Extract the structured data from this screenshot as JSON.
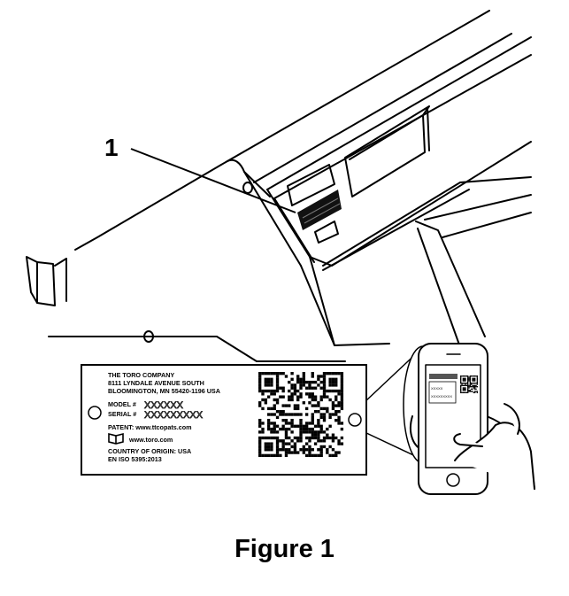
{
  "callout_number": "1",
  "caption": "Figure 1",
  "label": {
    "company": "THE TORO COMPANY",
    "street": "8111 LYNDALE AVENUE SOUTH",
    "city": "BLOOMINGTON, MN 55420-1196 USA",
    "model_prefix": "MODEL #",
    "model_value": "XXXXXX",
    "serial_prefix": "SERIAL #",
    "serial_value": "XXXXXXXXX",
    "patent": "PATENT: www.ttcopats.com",
    "website": "www.toro.com",
    "origin": "COUNTRY OF ORIGIN: USA",
    "standard": "EN ISO 5395:2013"
  },
  "phone_screen": {
    "line1": "XXXXX",
    "line2": "XXXXXXXXX"
  },
  "icons": {
    "manual": "open-book-icon",
    "qr": "qr-code-icon"
  }
}
